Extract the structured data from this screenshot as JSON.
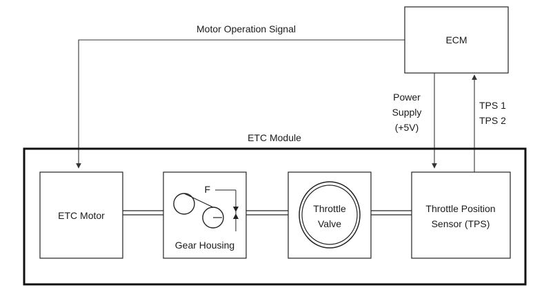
{
  "labels": {
    "ecm": "ECM",
    "motor_signal": "Motor Operation Signal",
    "power_supply": [
      "Power",
      "Supply",
      "(+5V)"
    ],
    "tps_signals": [
      "TPS 1",
      "TPS 2"
    ],
    "etc_module": "ETC Module",
    "etc_motor": "ETC Motor",
    "gear_housing": "Gear Housing",
    "force_marker": "F",
    "throttle_valve": [
      "Throttle",
      "Valve"
    ],
    "tps_sensor": [
      "Throttle Position",
      "Sensor (TPS)"
    ]
  }
}
